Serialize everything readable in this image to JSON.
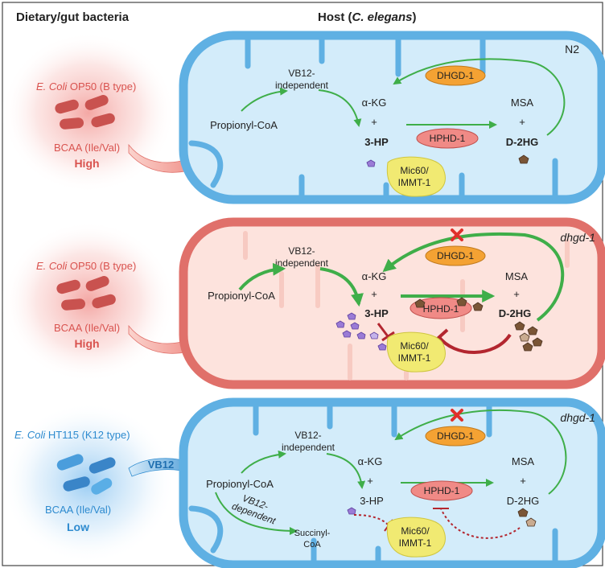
{
  "headers": {
    "left": "Dietary/gut bacteria",
    "right_prefix": "Host (",
    "right_italic": "C. elegans",
    "right_suffix": ")"
  },
  "colors": {
    "normal_membrane": "#5fb0e3",
    "normal_fill": "#d3ecfa",
    "mutant_membrane": "#e0706a",
    "mutant_fill": "#fde3dd",
    "arrow_green": "#3fae49",
    "inhibit_red": "#b3262f",
    "op50_red": "#d9534f",
    "ht115_blue": "#2e8bcf"
  },
  "panels": [
    {
      "strain": "N2",
      "bacteria_species": "E. Coli",
      "bacteria_strain": " OP50 (B type)",
      "bcaa": "BCAA (Ile/Val)",
      "bcaa_level": "High",
      "vb12_independent": [
        "VB12-",
        "independent"
      ],
      "propionyl": "Propionyl-CoA",
      "akg": "α-KG",
      "plus": "+",
      "hp": "3-HP",
      "msa": "MSA",
      "d2hg": "D-2HG",
      "dhgd": "DHGD-1",
      "hphd": "HPHD-1",
      "mic60": [
        "Mic60/",
        "IMMT-1"
      ]
    },
    {
      "strain": "dhgd-1",
      "bacteria_species": "E. Coli",
      "bacteria_strain": " OP50 (B type)",
      "bcaa": "BCAA (Ile/Val)",
      "bcaa_level": "High",
      "vb12_independent": [
        "VB12-",
        "independent"
      ],
      "propionyl": "Propionyl-CoA",
      "akg": "α-KG",
      "plus": "+",
      "hp": "3-HP",
      "msa": "MSA",
      "d2hg": "D-2HG",
      "dhgd": "DHGD-1",
      "hphd": "HPHD-1",
      "mic60": [
        "Mic60/",
        "IMMT-1"
      ]
    },
    {
      "strain": "dhgd-1",
      "bacteria_species": "E. Coli",
      "bacteria_strain": " HT115 (K12 type)",
      "bcaa": "BCAA (Ile/Val)",
      "bcaa_level": "Low",
      "vb12_label": "VB12",
      "vb12_independent": [
        "VB12-",
        "independent"
      ],
      "vb12_dependent": [
        "VB12-",
        "dependent"
      ],
      "succinyl": [
        "Succinyl-",
        "CoA"
      ],
      "propionyl": "Propionyl-CoA",
      "akg": "α-KG",
      "plus": "+",
      "hp": "3-HP",
      "msa": "MSA",
      "d2hg": "D-2HG",
      "dhgd": "DHGD-1",
      "hphd": "HPHD-1",
      "mic60": [
        "Mic60/",
        "IMMT-1"
      ]
    }
  ]
}
